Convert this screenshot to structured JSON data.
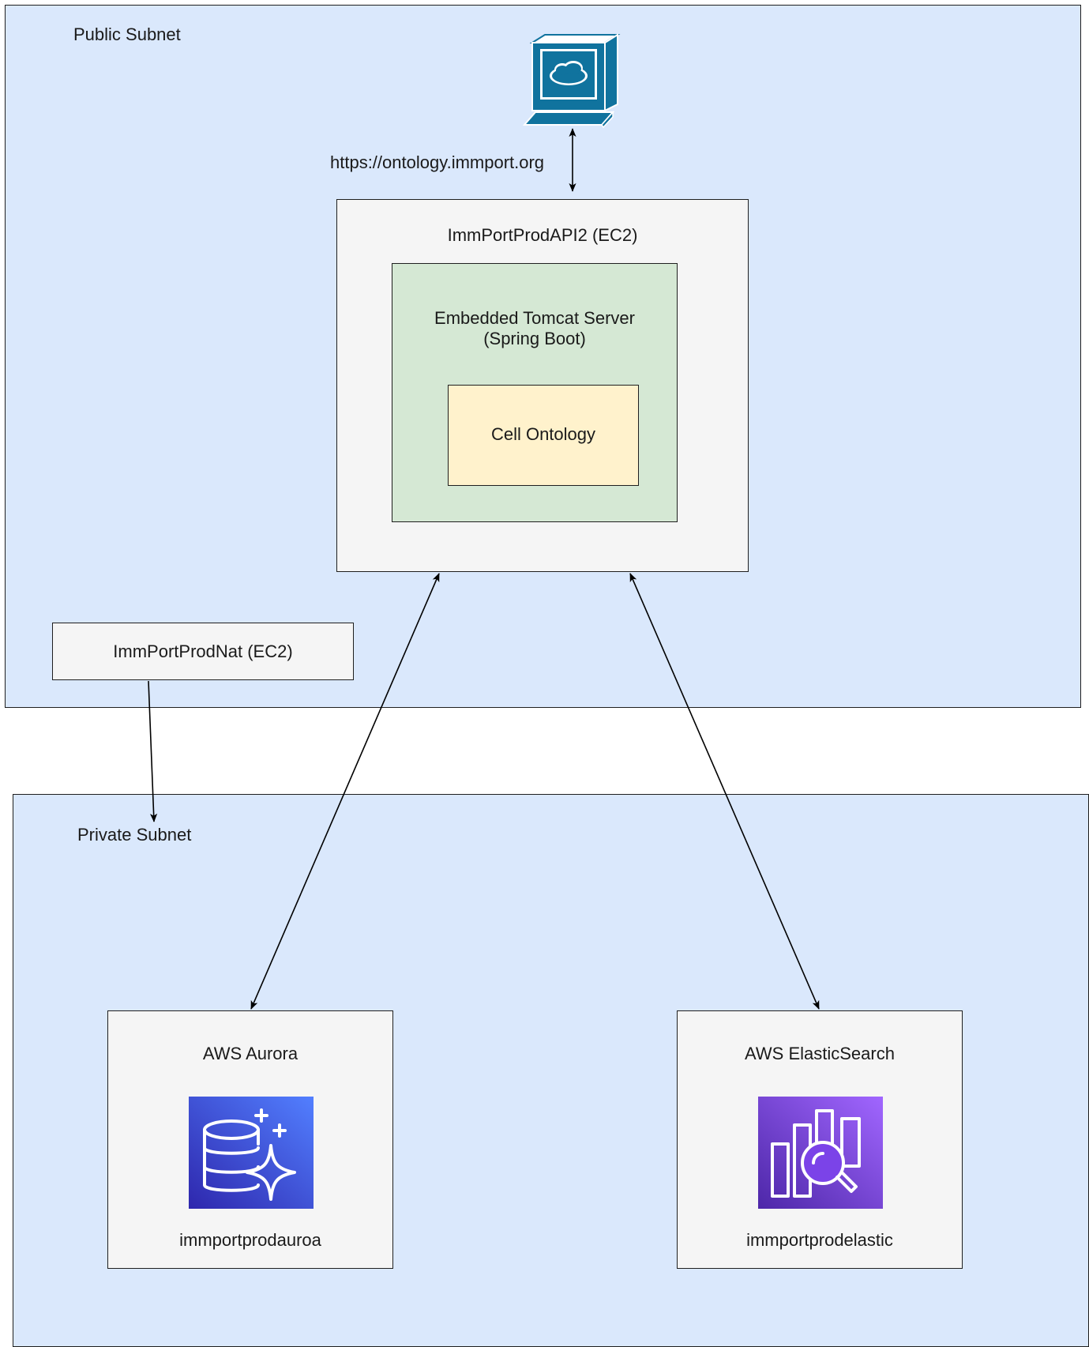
{
  "public_subnet": {
    "label": "Public Subnet"
  },
  "private_subnet": {
    "label": "Private Subnet"
  },
  "client": {
    "icon": "computer-icon",
    "url_label": "https://ontology.immport.org"
  },
  "api_server": {
    "title": "ImmPortProdAPI2 (EC2)",
    "tomcat": {
      "title": "Embedded Tomcat Server\n(Spring Boot)",
      "app": {
        "title": "Cell Ontology"
      }
    }
  },
  "nat": {
    "title": "ImmPortProdNat (EC2)"
  },
  "aurora": {
    "title": "AWS Aurora",
    "icon": "aurora-database-icon",
    "instance": "immportprodauroa"
  },
  "elasticsearch": {
    "title": "AWS ElasticSearch",
    "icon": "elasticsearch-search-icon",
    "instance": "immportprodelastic"
  },
  "colors": {
    "subnet_fill": "#dae8fc",
    "server_fill": "#f5f5f5",
    "tomcat_fill": "#d5e8d4",
    "app_fill": "#fff2cc",
    "aurora_tile": "#3b48cc",
    "elasticsearch_tile": "#8c4fff",
    "computer": "#10739e"
  }
}
